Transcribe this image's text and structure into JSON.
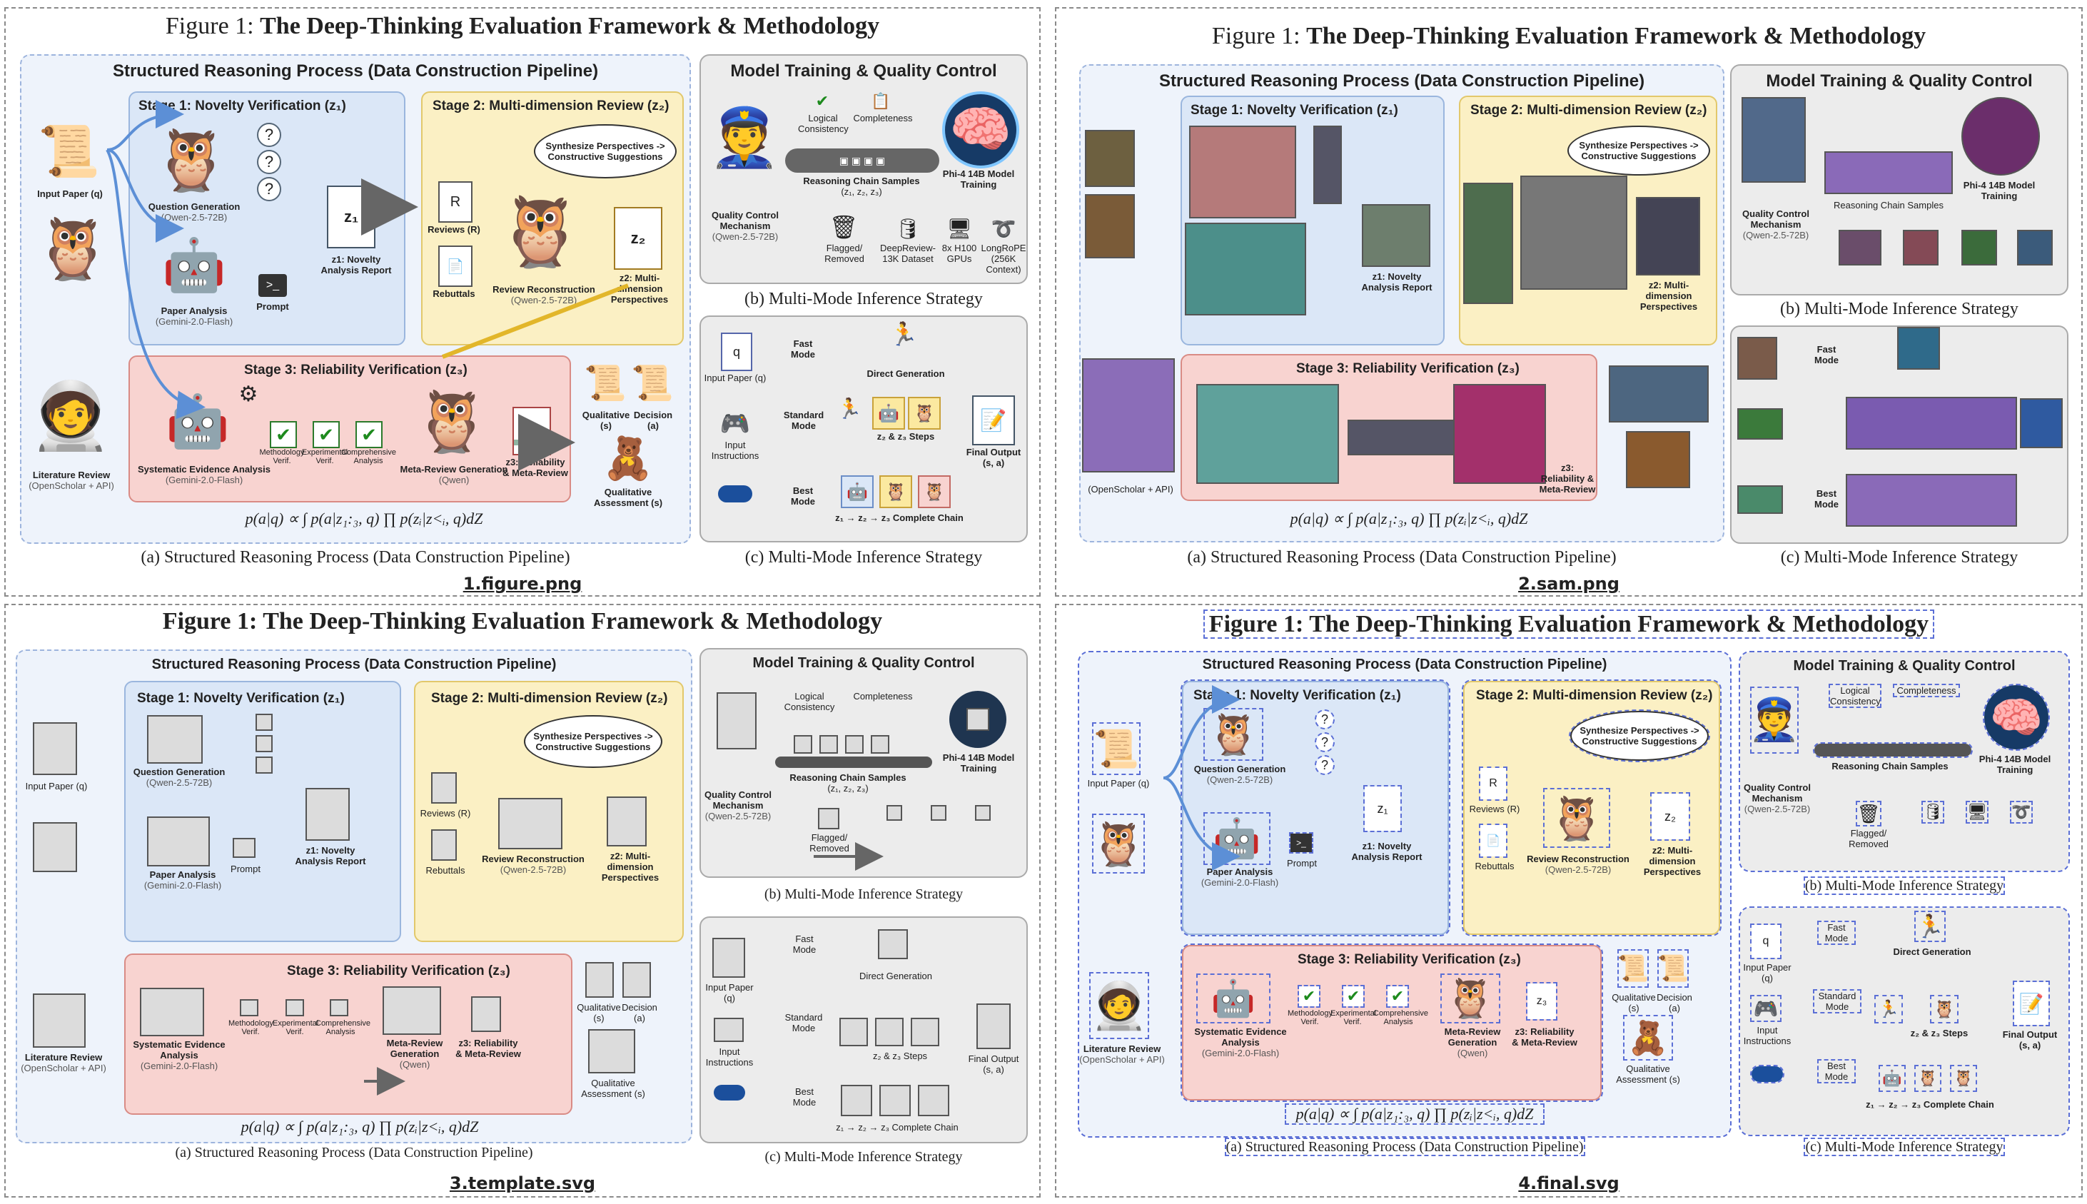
{
  "figure_title_prefix": "Figure 1:",
  "figure_title": "The Deep-Thinking Evaluation Framework & Methodology",
  "file_labels": [
    "1.figure.png",
    "2.sam.png",
    "3.template.svg",
    "4.final.svg"
  ],
  "panel_a": {
    "title": "Structured Reasoning Process (Data Construction Pipeline)",
    "caption": "(a) Structured Reasoning Process (Data Construction Pipeline)",
    "input_paper": "Input Paper (q)",
    "literature_review": "Literature Review",
    "literature_review_sub": "(OpenScholar + API)",
    "stage1": {
      "title": "Stage 1: Novelty Verification (z₁)",
      "question_generation": "Question Generation",
      "question_generation_sub": "(Qwen-2.5-72B)",
      "paper_analysis": "Paper Analysis",
      "paper_analysis_sub": "(Gemini-2.0-Flash)",
      "prompt": "Prompt",
      "report": "z1: Novelty Analysis Report"
    },
    "stage2": {
      "title": "Stage 2: Multi-dimension Review (z₂)",
      "bubble": "Synthesize Perspectives -> Constructive Suggestions",
      "reviews": "Reviews (R)",
      "rebuttals": "Rebuttals",
      "review_reconstruction": "Review Reconstruction",
      "review_reconstruction_sub": "(Qwen-2.5-72B)",
      "perspectives": "z2: Multi-dimension Perspectives"
    },
    "stage3": {
      "title": "Stage 3: Reliability Verification (z₃)",
      "sea": "Systematic Evidence Analysis",
      "sea_sub": "(Gemini-2.0-Flash)",
      "methodology": "Methodology Verif.",
      "experimental": "Experimental Verif.",
      "comprehensive": "Comprehensive Analysis",
      "meta_review_generation": "Meta-Review Generation",
      "meta_review_generation_sub": "(Qwen)",
      "z3": "z3: Reliability & Meta-Review"
    },
    "qualitative": "Qualitative (s)",
    "decision": "Decision (a)",
    "qual_assessment": "Qualitative Assessment (s)",
    "formula": "p(a|q) ∝ ∫ p(a|z₁:₃, q) ∏ p(zᵢ|z<ᵢ, q)dZ"
  },
  "panel_b": {
    "title": "Model Training & Quality Control",
    "caption": "(b) Multi-Mode Inference Strategy",
    "qc": "Quality Control Mechanism",
    "qc_sub": "(Qwen-2.5-72B)",
    "logical": "Logical Consistency",
    "completeness": "Completeness",
    "chain_samples": "Reasoning Chain Samples",
    "chain_samples_sub": "(z₁, z₂, z₃)",
    "model": "Phi-4 14B Model Training",
    "flagged": "Flagged/ Removed",
    "dataset": "DeepReview-13K Dataset",
    "gpus": "8x H100 GPUs",
    "rope": "LongRoPE (256K Context)"
  },
  "panel_c": {
    "caption": "(c) Multi-Mode Inference Strategy",
    "input_paper": "Input Paper (q)",
    "input_instructions": "Input Instructions",
    "fast": "Fast Mode",
    "standard": "Standard Mode",
    "best": "Best Mode",
    "direct": "Direct Generation",
    "z2z3": "z₂ & z₃ Steps",
    "complete": "z₁ → z₂ → z₃ Complete Chain",
    "final": "Final Output (s, a)"
  },
  "colors": {
    "stage1_fill": "#dbe7f7",
    "stage2_fill": "#fbf0c4",
    "stage3_fill": "#f8d3d0",
    "panel_fill": "#eef3fb",
    "grey_panel": "#ececec",
    "arrow_blue": "#5c8fd6"
  }
}
